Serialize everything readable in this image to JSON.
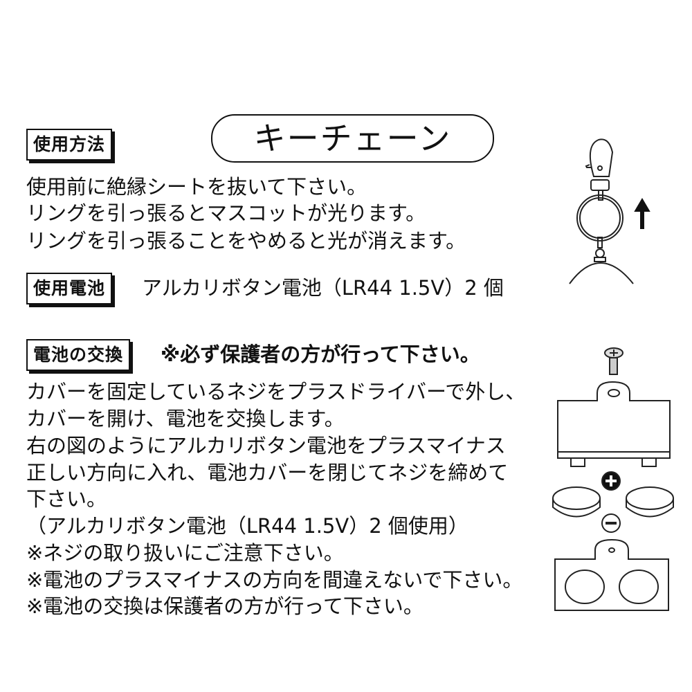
{
  "title": "キーチェーン",
  "usage": {
    "heading": "使用方法",
    "lines": [
      "使用前に絶縁シートを抜いて下さい。",
      "リングを引っ張るとマスコットが光ります。",
      "リングを引っ張ることをやめると光が消えます。"
    ]
  },
  "battery": {
    "heading": "使用電池",
    "text": "アルカリボタン電池（LR44 1.5V）2 個"
  },
  "replacement": {
    "heading": "電池の交換",
    "note": "※必ず保護者の方が行って下さい。",
    "lines": [
      "カバーを固定しているネジをプラスドライバーで外し、",
      "カバーを開け、電池を交換します。",
      "右の図のようにアルカリボタン電池をプラスマイナス",
      "正しい方向に入れ、電池カバーを閉じてネジを締めて",
      "下さい。",
      "（アルカリボタン電池（LR44 1.5V）2 個使用）",
      "※ネジの取り扱いにご注意下さい。",
      "※電池のプラスマイナスの方向を間違えないで下さい。",
      "※電池の交換は保護者の方が行って下さい。"
    ]
  }
}
